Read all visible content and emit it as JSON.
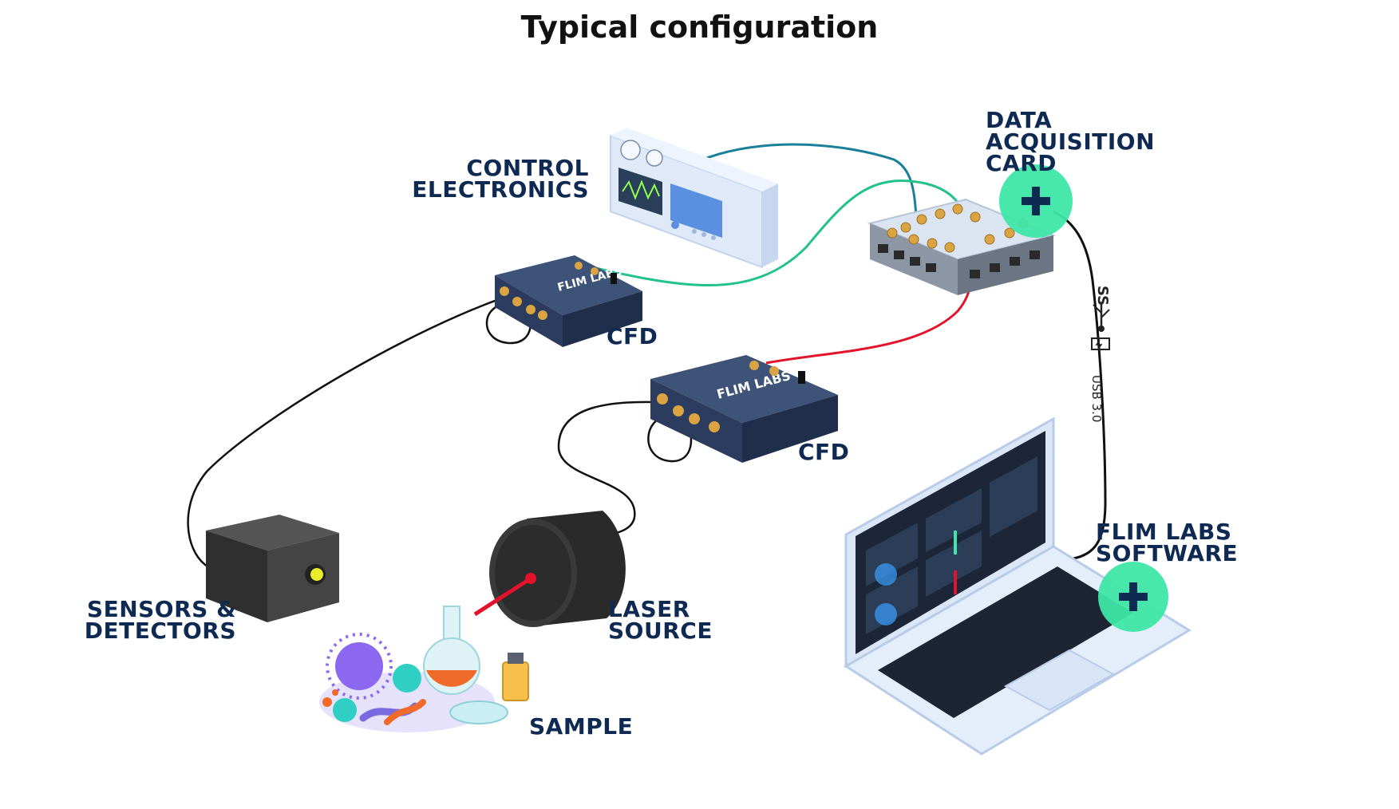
{
  "title": "Typical configuration",
  "labels": {
    "control_electronics": [
      "CONTROL",
      "ELECTRONICS"
    ],
    "data_acquisition_card": [
      "DATA",
      "ACQUISITION",
      "CARD"
    ],
    "cfd_top": "CFD",
    "cfd_bottom": "CFD",
    "sensors_detectors": [
      "SENSORS &",
      "DETECTORS"
    ],
    "laser_source": [
      "LASER",
      "SOURCE"
    ],
    "sample": "SAMPLE",
    "flim_labs_software": [
      "FLIM LABS",
      "SOFTWARE"
    ]
  },
  "usb": {
    "text": "USB 3.0",
    "ss": "SS"
  },
  "logo_text": "FLIM LABS",
  "colors": {
    "label": "#0f2a52",
    "accent_green": "#3ee6a8",
    "cable_teal": "#1b7f9a",
    "cable_green": "#22c28a",
    "cable_red": "#e3132b",
    "cable_black": "#111111",
    "device_navy": "#2b3c5e"
  }
}
